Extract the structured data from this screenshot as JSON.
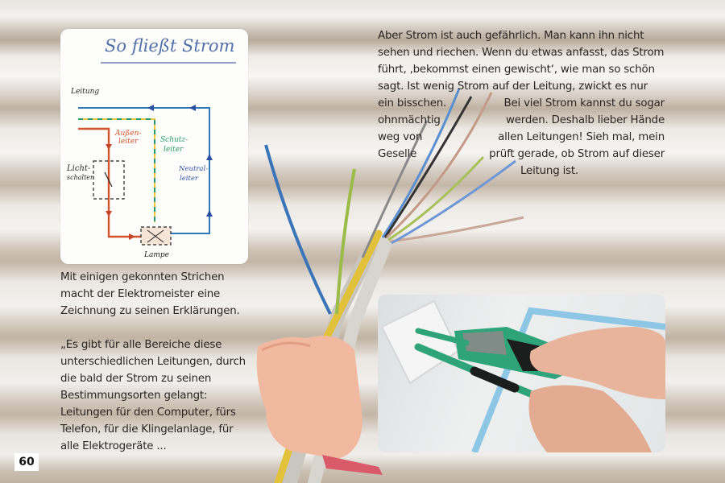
{
  "page": {
    "number": "60",
    "colors": {
      "text": "#2b2623",
      "phase_wire": "#d4532a",
      "neutral_wire": "#2f6fb3",
      "ground_wire_green": "#2a9a6a",
      "ground_wire_yellow": "#e8c640",
      "tester_green": "#2fa37a"
    }
  },
  "diagram": {
    "title": "So fließt Strom",
    "labels": {
      "cable": "Leitung",
      "phase": "Außen-\nleiter",
      "phase_line1": "Außen-",
      "phase_line2": "leiter",
      "ground_line1": "Schutz-",
      "ground_line2": "leiter",
      "neutral_line1": "Neutral-",
      "neutral_line2": "leiter",
      "switch_line1": "Licht-",
      "switch_line2": "schalter",
      "lamp": "Lampe"
    }
  },
  "right_column": {
    "lines": [
      "Aber Strom ist auch gefährlich. Man kann ihn nicht",
      "sehen und riechen. Wenn du etwas anfasst, das Strom",
      "führt, ‚bekommst einen gewischt‘, wie man so schön",
      "sagt. Ist wenig Strom auf der Leitung, zwickt es nur"
    ],
    "split_lines": [
      {
        "left": "ein bisschen.",
        "right": "Bei viel Strom kannst du sogar"
      },
      {
        "left": "ohnmächtig",
        "right": "werden. Deshalb lieber Hände"
      },
      {
        "left": "weg von",
        "right": "allen Leitungen! Sieh mal, mein"
      },
      {
        "left": "Geselle",
        "right": "prüft gerade, ob Strom auf dieser"
      }
    ],
    "last_line": "Leitung ist."
  },
  "left_column": {
    "caption_lines": [
      "Mit einigen gekonnten Strichen",
      "macht der Elektromeister eine",
      "Zeichnung zu seinen Erklärungen."
    ],
    "quote_lines": [
      "„Es gibt für alle Bereiche diese",
      "unterschiedlichen Leitungen, durch",
      "die bald der Strom zu seinen",
      "Bestimmungsorten gelangt:",
      "Leitungen für den Computer, fürs",
      "Telefon, für die Klingelanlage, für",
      "alle Elektrogeräte ..."
    ]
  },
  "photo": {
    "subject": "voltage-tester-at-socket"
  }
}
